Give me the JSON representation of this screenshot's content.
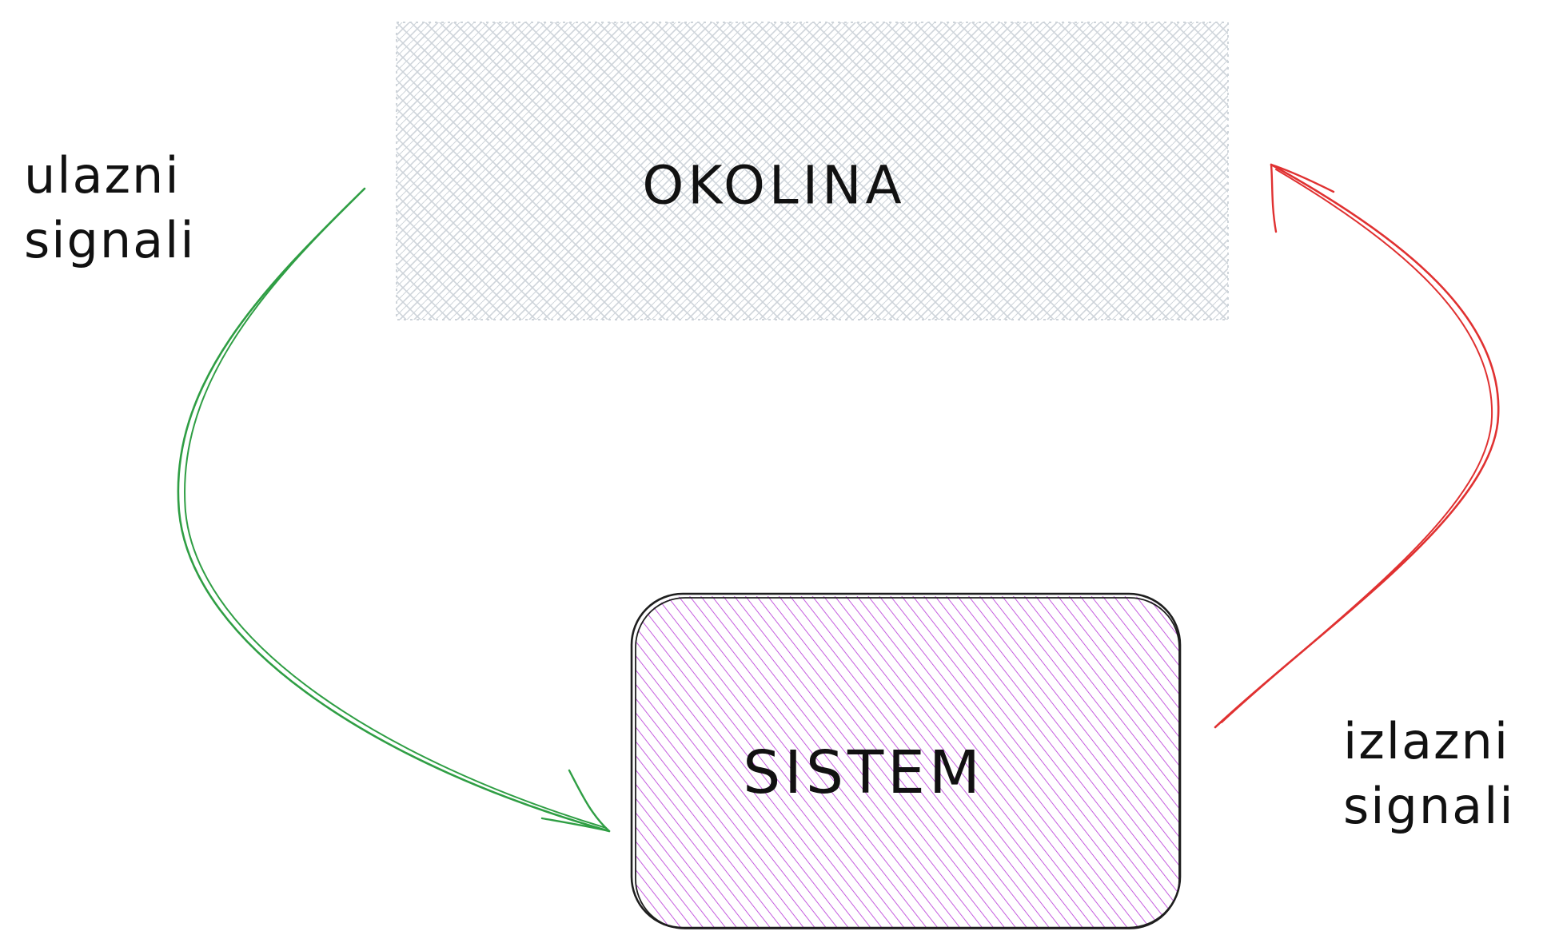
{
  "nodes": {
    "environment": {
      "label": "OKOLINA",
      "fill_color": "#ced4da",
      "stroke_color": "#ced4da"
    },
    "system": {
      "label": "SISTEM",
      "fill_color": "#be4bdb",
      "stroke_color": "#1e1e1e"
    }
  },
  "edges": {
    "input": {
      "label_line1": "ulazni",
      "label_line2": "signali",
      "color": "#2f9e44",
      "from": "OKOLINA",
      "to": "SISTEM"
    },
    "output": {
      "label_line1": "izlazni",
      "label_line2": "signali",
      "color": "#e03131",
      "from": "SISTEM",
      "to": "OKOLINA"
    }
  }
}
